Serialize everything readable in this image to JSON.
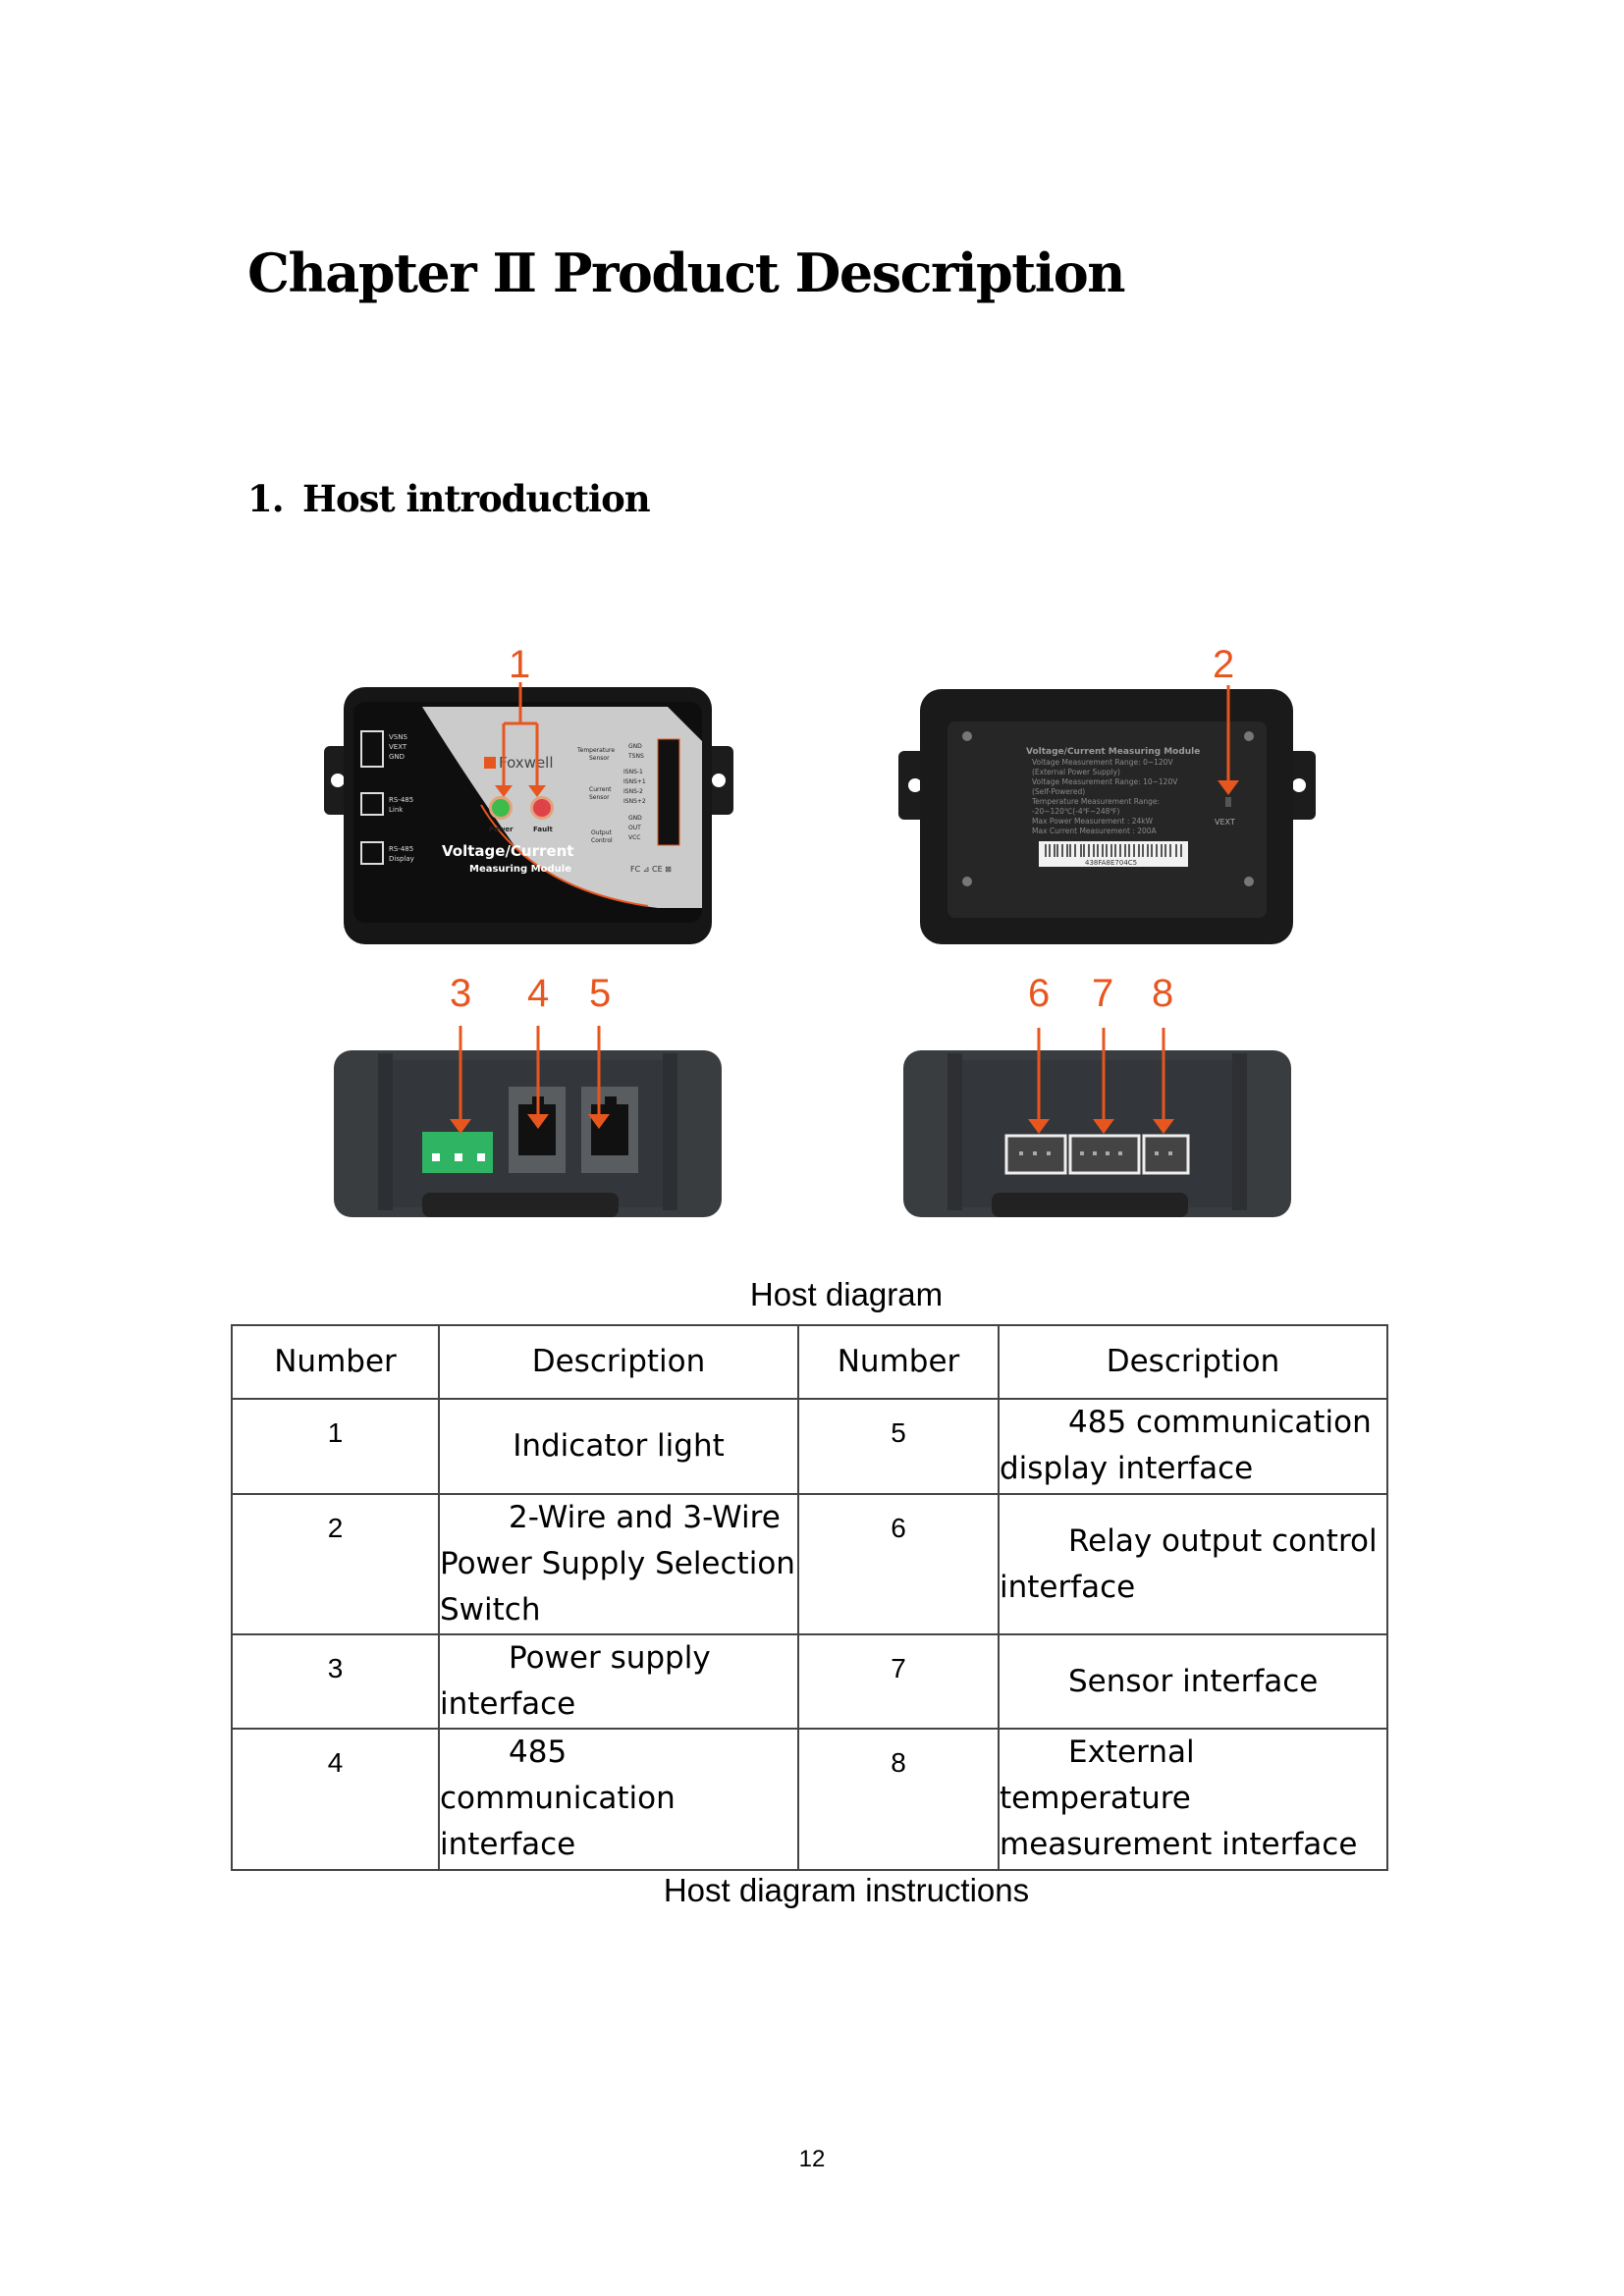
{
  "chapter_title": "Chapter Ⅱ Product Description",
  "section": {
    "number": "1.",
    "title": "Host introduction"
  },
  "figure": {
    "caption": "Host diagram",
    "callouts": [
      "1",
      "2",
      "3",
      "4",
      "5",
      "6",
      "7",
      "8"
    ],
    "front_panel": {
      "brand": "Foxwell",
      "product_line1": "Voltage/Current",
      "product_line2": "Measuring Module",
      "led_power": "Power",
      "led_fault": "Fault",
      "left_labels": [
        "VSNS",
        "VEXT",
        "GND",
        "RS-485",
        "Link",
        "RS-485",
        "Display"
      ],
      "right_groups": [
        "Temperature",
        "Sensor",
        "Current",
        "Sensor",
        "Output",
        "Control"
      ],
      "pins": [
        "GND",
        "TSNS",
        "ISNS-1",
        "ISNS+1",
        "ISNS-2",
        "ISNS+2",
        "GND",
        "OUT",
        "VCC"
      ],
      "marks": "FC ⊿ CE ⊠"
    },
    "back_panel": {
      "heading": "Voltage/Current Measuring Module",
      "spec_lines": [
        "Voltage Measurement Range: 0~120V",
        "(External Power Supply)",
        "Voltage Measurement Range: 10~120V",
        "(Self-Powered)",
        "Temperature Measurement Range:",
        "-20~120℃(-4℉~248℉)",
        "Max Power Measurement : 24kW",
        "Max Current Measurement : 200A"
      ],
      "serial": "438FA8E704C5",
      "switch_label": "VEXT"
    },
    "colors": {
      "callout": "#e8561f",
      "device_body": "#1e1e1e",
      "panel_silver": "#c9c9c9",
      "terminal_green": "#2fb463",
      "led_green": "#3dbb4b",
      "led_red": "#e0424a"
    }
  },
  "table": {
    "headers": [
      "Number",
      "Description",
      "Number",
      "Description"
    ],
    "rows": [
      {
        "n1": "1",
        "d1": "Indicator light",
        "n2": "5",
        "d2": "485 communication display interface"
      },
      {
        "n1": "2",
        "d1": "2-Wire and 3-Wire Power Supply Selection Switch",
        "n2": "6",
        "d2": "Relay output control interface"
      },
      {
        "n1": "3",
        "d1": "Power supply interface",
        "n2": "7",
        "d2": "Sensor interface"
      },
      {
        "n1": "4",
        "d1": "485 communication interface",
        "n2": "8",
        "d2": "External temperature measurement interface"
      }
    ],
    "caption": "Host diagram instructions"
  },
  "page_number": "12"
}
